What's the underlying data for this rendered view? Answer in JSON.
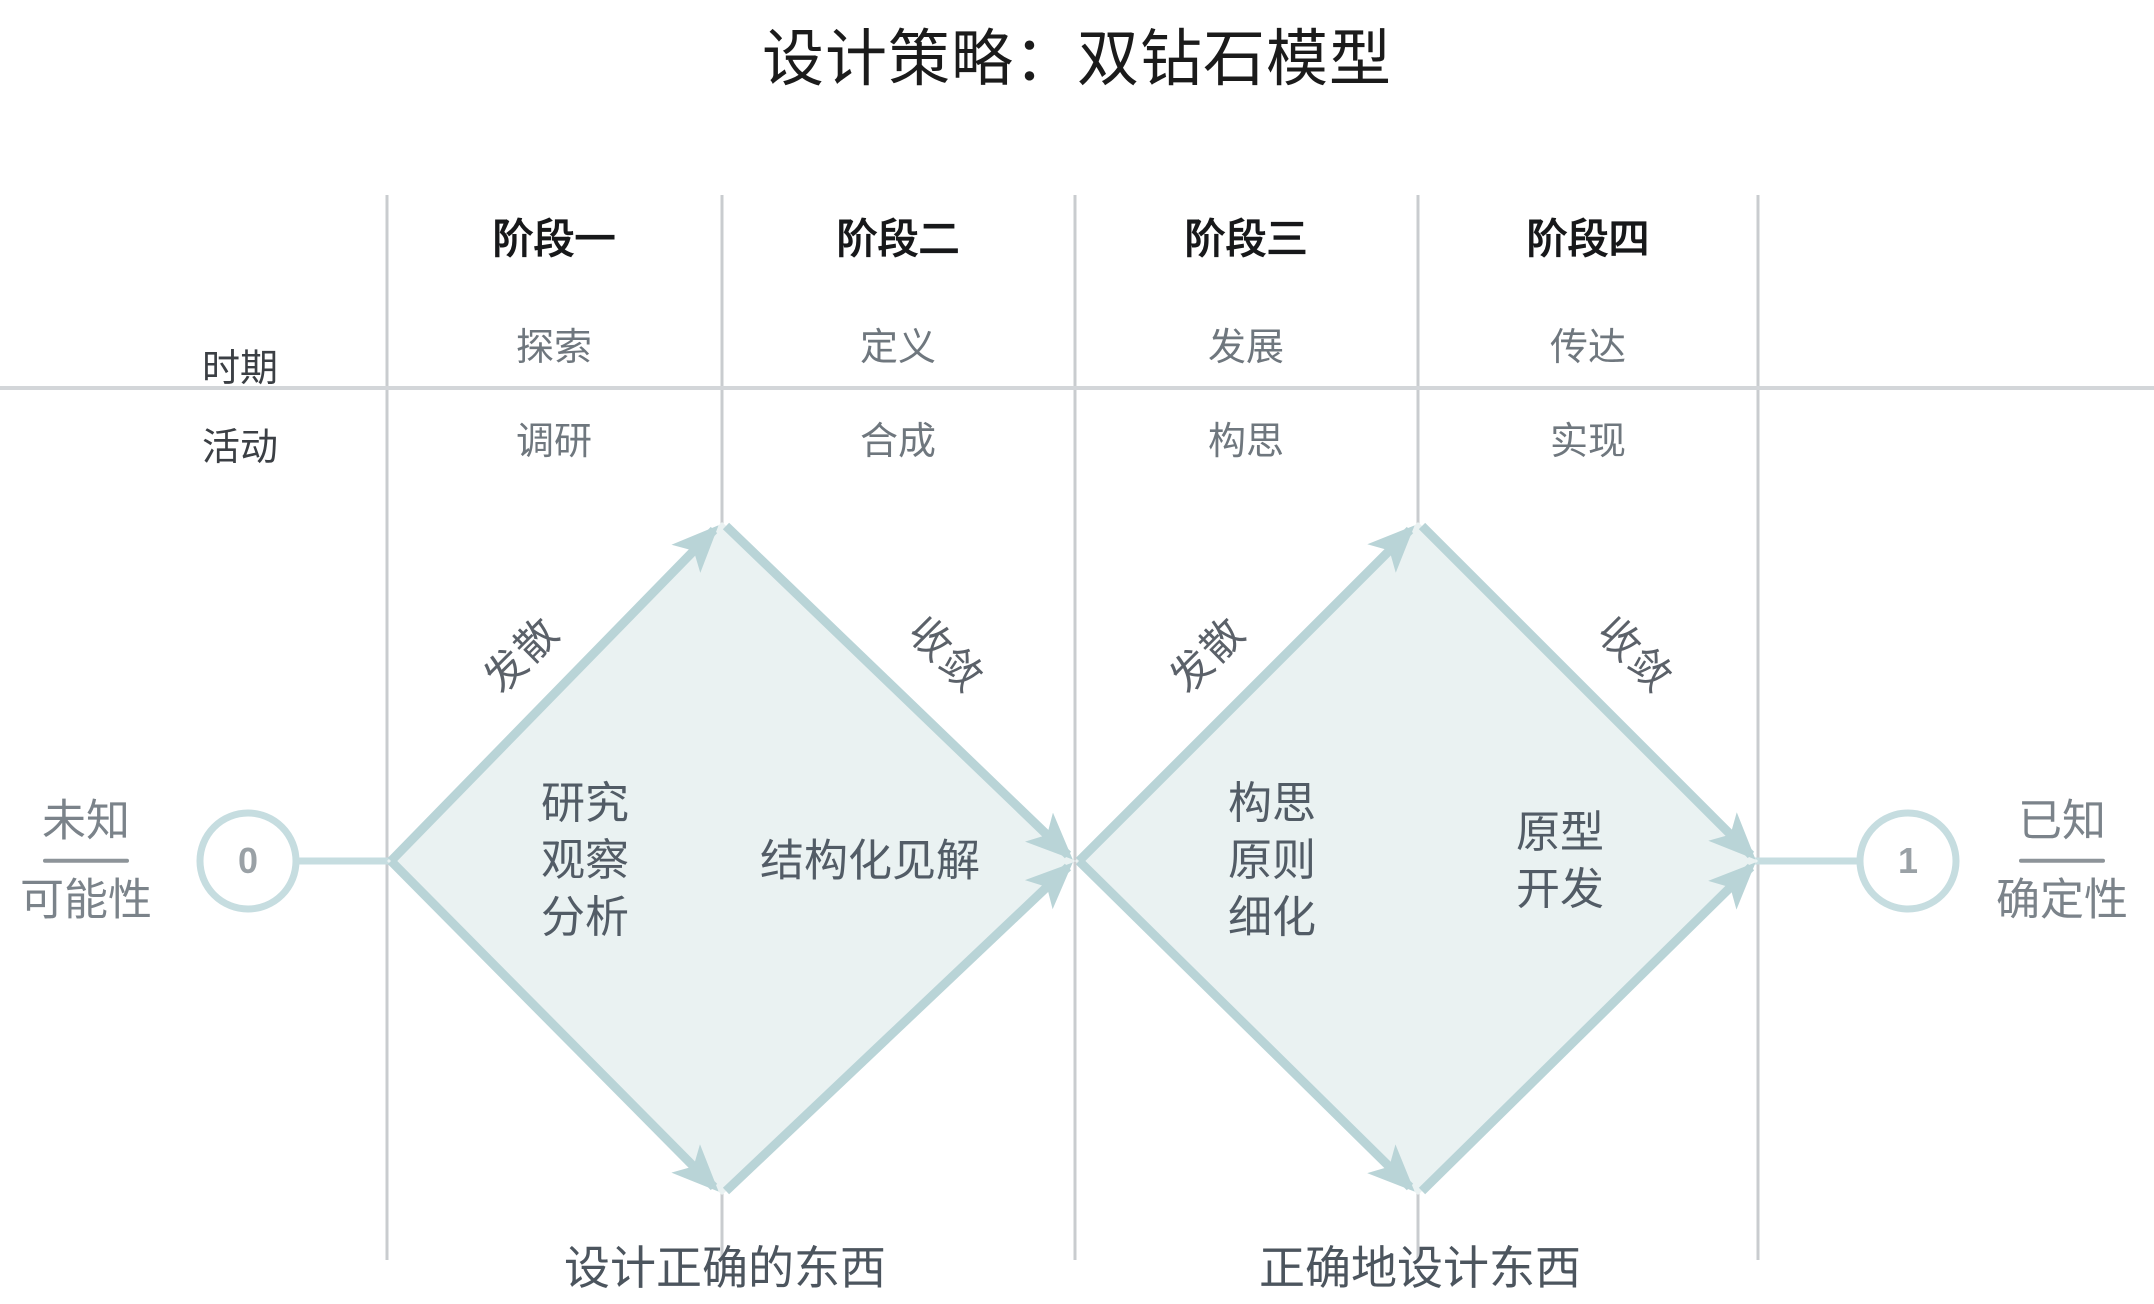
{
  "title": "设计策略：双钻石模型",
  "row_labels": {
    "period": "时期",
    "activity": "活动"
  },
  "phases": [
    {
      "name": "阶段一",
      "period": "探索",
      "activity": "调研"
    },
    {
      "name": "阶段二",
      "period": "定义",
      "activity": "合成"
    },
    {
      "name": "阶段三",
      "period": "发展",
      "activity": "构思"
    },
    {
      "name": "阶段四",
      "period": "传达",
      "activity": "实现"
    }
  ],
  "endpoints": {
    "start": {
      "top": "未知",
      "bottom": "可能性",
      "marker": "0"
    },
    "end": {
      "top": "已知",
      "bottom": "确定性",
      "marker": "1"
    }
  },
  "flow_labels": {
    "diverge_1": "发散",
    "converge_1": "收敛",
    "diverge_2": "发散",
    "converge_2": "收敛"
  },
  "diamonds": [
    {
      "left_items": [
        "研究",
        "观察",
        "分析"
      ],
      "right_items": [
        "结构化见解"
      ],
      "caption": "设计正确的东西"
    },
    {
      "left_items": [
        "构思",
        "原则",
        "细化"
      ],
      "right_items": [
        "原型",
        "开发"
      ],
      "caption": "正确地设计东西"
    }
  ],
  "colors": {
    "diamond_fill": "#eaf2f2",
    "diamond_stroke": "#b9d4d7",
    "grid_line": "#c9cccf",
    "title_text": "#1b1b1b",
    "body_text": "#525c66",
    "muted_text": "#7b838a"
  },
  "chart_data": {
    "type": "diagram",
    "title": "设计策略：双钻石模型",
    "axis_start_label": "未知 / 可能性",
    "axis_end_label": "已知 / 确定性",
    "stages": [
      {
        "phase": "阶段一",
        "period": "探索",
        "activity": "调研",
        "mode": "发散",
        "items": [
          "研究",
          "观察",
          "分析"
        ]
      },
      {
        "phase": "阶段二",
        "period": "定义",
        "activity": "合成",
        "mode": "收敛",
        "items": [
          "结构化见解"
        ]
      },
      {
        "phase": "阶段三",
        "period": "发展",
        "activity": "构思",
        "mode": "发散",
        "items": [
          "构思",
          "原则",
          "细化"
        ]
      },
      {
        "phase": "阶段四",
        "period": "传达",
        "activity": "实现",
        "mode": "收敛",
        "items": [
          "原型",
          "开发"
        ]
      }
    ],
    "diamond_captions": [
      "设计正确的东西",
      "正确地设计东西"
    ]
  }
}
